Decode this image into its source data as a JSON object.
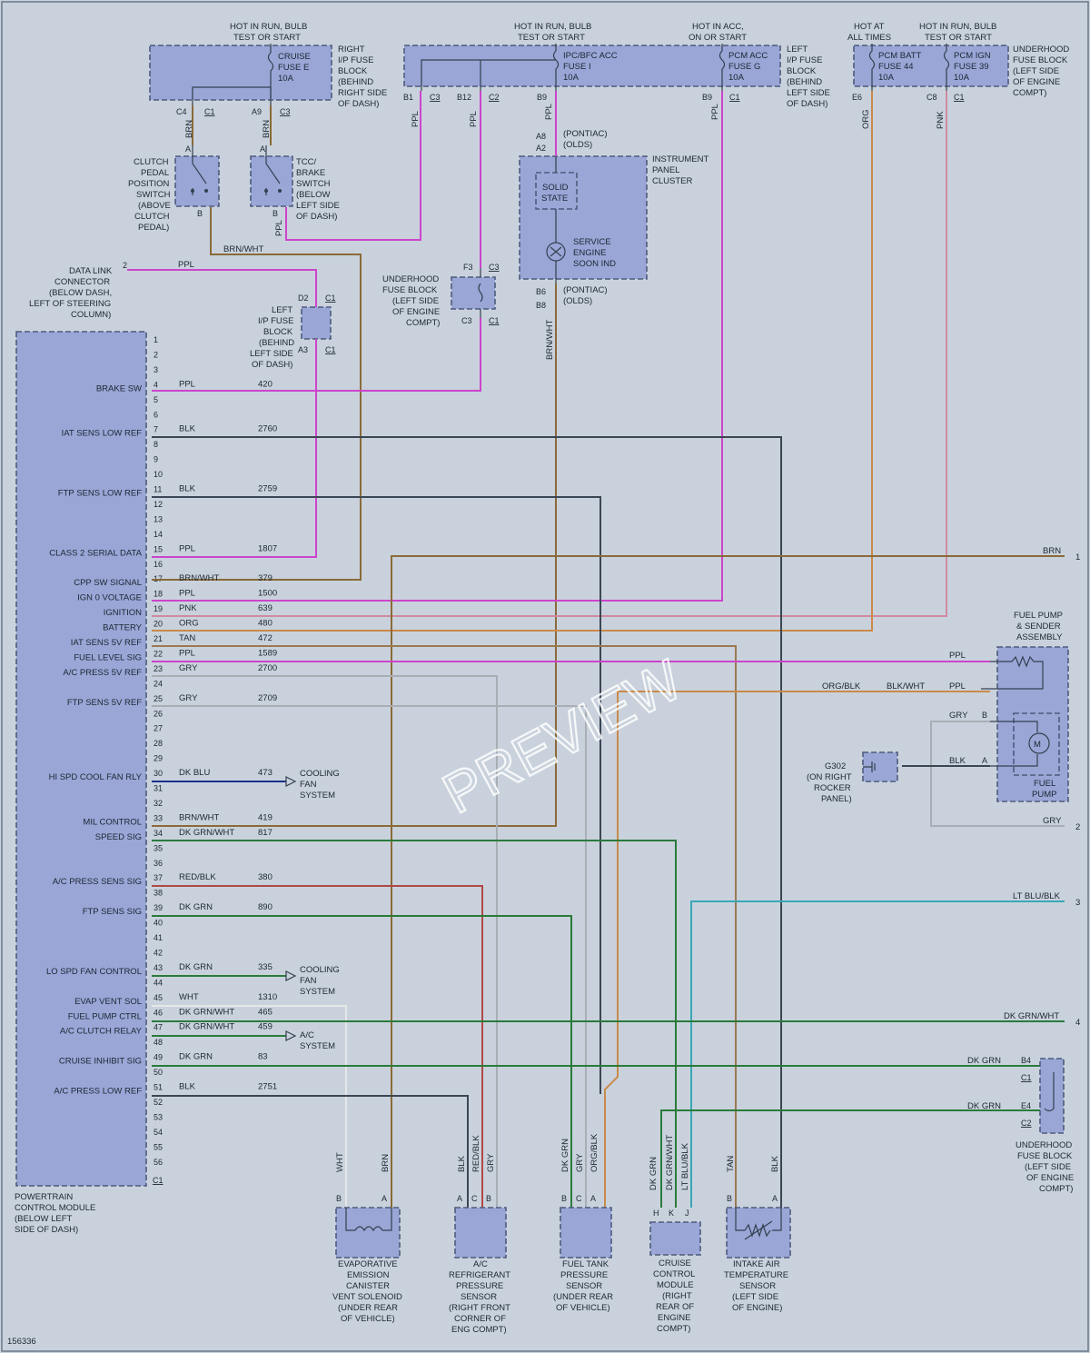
{
  "diagram_id": "156336",
  "watermark": "PREVIEW",
  "colors": {
    "background": "#c9d2dc",
    "module_fill": "#9aa6d6",
    "PPL": "#cc44cc",
    "BRN": "#8a6a38",
    "BLK": "#3b4654",
    "GRY": "#a8aeb4",
    "PNK": "#d08aa0",
    "ORG": "#c98a4a",
    "TAN": "#9a7a50",
    "DK_BLU": "#1b2f8a",
    "DK_GRN": "#2a7a3a",
    "RED_BLK": "#b04848",
    "LT_BLU_BLK": "#3aa7b8",
    "WHT": "#e6e6e6"
  },
  "labels": {
    "top": {
      "cruise_hot": [
        "HOT IN RUN, BULB",
        "TEST OR START"
      ],
      "ipc_hot": [
        "HOT IN RUN, BULB",
        "TEST OR START"
      ],
      "pcm_acc_hot": [
        "HOT IN ACC,",
        "ON OR START"
      ],
      "batt_hot": [
        "HOT AT",
        "ALL TIMES"
      ],
      "pcm_ign_hot": [
        "HOT IN RUN, BULB",
        "TEST OR START"
      ]
    },
    "right_ip_fuse_block": [
      "RIGHT",
      "I/P FUSE",
      "BLOCK",
      "(BEHIND",
      "RIGHT SIDE",
      "OF DASH)"
    ],
    "cruise_fuse": [
      "CRUISE",
      "FUSE E",
      "10A"
    ],
    "left_ip_fuse_block": [
      "LEFT",
      "I/P FUSE",
      "BLOCK",
      "(BEHIND",
      "LEFT SIDE",
      "OF DASH)"
    ],
    "ipc_fuse": [
      "IPC/BFC ACC",
      "FUSE I",
      "10A"
    ],
    "pcm_acc_fuse": [
      "PCM ACC",
      "FUSE G",
      "10A"
    ],
    "pcm_batt_fuse": [
      "PCM BATT",
      "FUSE 44",
      "10A"
    ],
    "pcm_ign_fuse": [
      "PCM IGN",
      "FUSE 39",
      "10A"
    ],
    "underhood_fuse_block_top": [
      "UNDERHOOD",
      "FUSE BLOCK",
      "(LEFT SIDE",
      "OF ENGINE",
      "COMPT)"
    ],
    "clutch_switch": [
      "CLUTCH",
      "PEDAL",
      "POSITION",
      "SWITCH",
      "(ABOVE",
      "CLUTCH",
      "PEDAL)"
    ],
    "tcc_switch": [
      "TCC/",
      "BRAKE",
      "SWITCH",
      "(BELOW",
      "LEFT SIDE",
      "OF DASH)"
    ],
    "instrument_cluster": [
      "INSTRUMENT",
      "PANEL",
      "CLUSTER"
    ],
    "solid_state": [
      "SOLID",
      "STATE"
    ],
    "ses_ind": [
      "SERVICE",
      "ENGINE",
      "SOON IND"
    ],
    "pontiac_olds_top": [
      "(PONTIAC)",
      "(OLDS)"
    ],
    "pontiac_olds_bot": [
      "(PONTIAC)",
      "(OLDS)"
    ],
    "dlc": [
      "DATA LINK",
      "CONNECTOR",
      "(BELOW DASH,",
      "LEFT OF STEERING",
      "COLUMN)"
    ],
    "left_ip_fuse_block2": [
      "LEFT",
      "I/P FUSE",
      "BLOCK",
      "(BEHIND",
      "LEFT SIDE",
      "OF DASH)"
    ],
    "underhood_fuse_block_mid": [
      "UNDERHOOD",
      "FUSE BLOCK",
      "(LEFT SIDE",
      "OF ENGINE",
      "COMPT)"
    ],
    "pcm": [
      "POWERTRAIN",
      "CONTROL MODULE",
      "(BELOW LEFT",
      "SIDE OF DASH)"
    ],
    "fuel_pump_assembly": [
      "FUEL PUMP",
      "& SENDER",
      "ASSEMBLY"
    ],
    "fuel_pump": [
      "FUEL",
      "PUMP"
    ],
    "motor": "M",
    "g302": [
      "G302",
      "(ON RIGHT",
      "ROCKER",
      "PANEL)"
    ],
    "underhood_fuse_block_bot": [
      "UNDERHOOD",
      "FUSE BLOCK",
      "(LEFT SIDE",
      "OF ENGINE",
      "COMPT)"
    ],
    "cooling_fan_1": [
      "COOLING",
      "FAN",
      "SYSTEM"
    ],
    "cooling_fan_2": [
      "COOLING",
      "FAN",
      "SYSTEM"
    ],
    "ac_system": [
      "A/C",
      "SYSTEM"
    ],
    "evap": [
      "EVAPORATIVE",
      "EMISSION",
      "CANISTER",
      "VENT SOLENOID",
      "(UNDER REAR",
      "OF VEHICLE)"
    ],
    "ac_sensor": [
      "A/C",
      "REFRIGERANT",
      "PRESSURE",
      "SENSOR",
      "(RIGHT FRONT",
      "CORNER OF",
      "ENG COMPT)"
    ],
    "ftp_sensor": [
      "FUEL TANK",
      "PRESSURE",
      "SENSOR",
      "(UNDER REAR",
      "OF VEHICLE)"
    ],
    "cruise_module": [
      "CRUISE",
      "CONTROL",
      "MODULE",
      "(RIGHT",
      "REAR OF",
      "ENGINE",
      "COMPT)"
    ],
    "iat_sensor": [
      "INTAKE AIR",
      "TEMPERATURE",
      "SENSOR",
      "(LEFT SIDE",
      "OF ENGINE)"
    ],
    "pcm_c1": "C1"
  },
  "pcm_pins": [
    "1",
    "2",
    "3",
    "4",
    "5",
    "6",
    "7",
    "8",
    "9",
    "10",
    "11",
    "12",
    "13",
    "14",
    "15",
    "16",
    "17",
    "18",
    "19",
    "20",
    "21",
    "22",
    "23",
    "24",
    "25",
    "26",
    "27",
    "28",
    "29",
    "30",
    "31",
    "32",
    "33",
    "34",
    "35",
    "36",
    "37",
    "38",
    "39",
    "40",
    "41",
    "42",
    "43",
    "44",
    "45",
    "46",
    "47",
    "48",
    "49",
    "50",
    "51",
    "52",
    "53",
    "54",
    "55",
    "56"
  ],
  "pcm_signals": [
    {
      "pin": 4,
      "name": "BRAKE SW",
      "color": "PPL",
      "circuit": "420"
    },
    {
      "pin": 7,
      "name": "IAT SENS LOW REF",
      "color": "BLK",
      "circuit": "2760"
    },
    {
      "pin": 11,
      "name": "FTP SENS LOW REF",
      "color": "BLK",
      "circuit": "2759"
    },
    {
      "pin": 15,
      "name": "CLASS 2 SERIAL DATA",
      "color": "PPL",
      "circuit": "1807"
    },
    {
      "pin": 17,
      "name": "CPP SW SIGNAL",
      "color": "BRN/WHT",
      "circuit": "379"
    },
    {
      "pin": 18,
      "name": "IGN 0 VOLTAGE",
      "color": "PPL",
      "circuit": "1500"
    },
    {
      "pin": 19,
      "name": "IGNITION",
      "color": "PNK",
      "circuit": "639"
    },
    {
      "pin": 20,
      "name": "BATTERY",
      "color": "ORG",
      "circuit": "480"
    },
    {
      "pin": 21,
      "name": "IAT SENS 5V REF",
      "color": "TAN",
      "circuit": "472"
    },
    {
      "pin": 22,
      "name": "FUEL LEVEL SIG",
      "color": "PPL",
      "circuit": "1589"
    },
    {
      "pin": 23,
      "name": "A/C PRESS 5V REF",
      "color": "GRY",
      "circuit": "2700"
    },
    {
      "pin": 25,
      "name": "FTP SENS 5V REF",
      "color": "GRY",
      "circuit": "2709"
    },
    {
      "pin": 30,
      "name": "HI SPD COOL FAN RLY",
      "color": "DK BLU",
      "circuit": "473"
    },
    {
      "pin": 33,
      "name": "MIL CONTROL",
      "color": "BRN/WHT",
      "circuit": "419"
    },
    {
      "pin": 34,
      "name": "SPEED SIG",
      "color": "DK GRN/WHT",
      "circuit": "817"
    },
    {
      "pin": 37,
      "name": "A/C PRESS SENS SIG",
      "color": "RED/BLK",
      "circuit": "380"
    },
    {
      "pin": 39,
      "name": "FTP SENS SIG",
      "color": "DK GRN",
      "circuit": "890"
    },
    {
      "pin": 43,
      "name": "LO SPD FAN CONTROL",
      "color": "DK GRN",
      "circuit": "335"
    },
    {
      "pin": 45,
      "name": "EVAP VENT SOL",
      "color": "WHT",
      "circuit": "1310"
    },
    {
      "pin": 46,
      "name": "FUEL PUMP CTRL",
      "color": "DK GRN/WHT",
      "circuit": "465"
    },
    {
      "pin": 47,
      "name": "A/C CLUTCH RELAY",
      "color": "DK GRN/WHT",
      "circuit": "459"
    },
    {
      "pin": 49,
      "name": "CRUISE INHIBIT SIG",
      "color": "DK GRN",
      "circuit": "83"
    },
    {
      "pin": 51,
      "name": "A/C PRESS LOW REF",
      "color": "BLK",
      "circuit": "2751"
    }
  ],
  "connectors": {
    "c4": "C4",
    "c1_a": "C1",
    "a9": "A9",
    "c3_a": "C3",
    "b1": "B1",
    "c3_b": "C3",
    "b12": "B12",
    "c2_a": "C2",
    "b9_a": "B9",
    "b9_b": "B9",
    "c1_b": "C1",
    "e6": "E6",
    "c8": "C8",
    "c1_c": "C1",
    "a8": "A8",
    "a2": "A2",
    "b6": "B6",
    "b8": "B8",
    "f3": "F3",
    "c3_c": "C3",
    "c3_d": "C3",
    "c1_d": "C1",
    "d2": "D2",
    "c1_e": "C1",
    "a3": "A3",
    "c1_f": "C1",
    "dlc_pin": "2",
    "b4": "B4",
    "c1_g": "C1",
    "e4": "E4",
    "c2_b": "C2",
    "pin_a": "A",
    "pin_b": "B"
  },
  "wire_labels": {
    "brn_c4": "BRN",
    "brn_a9": "BRN",
    "ppl_b1": "PPL",
    "ppl_b12": "PPL",
    "ppl_b9": "PPL",
    "ppl_b9b": "PPL",
    "org_e6": "ORG",
    "pnk_c8": "PNK",
    "ppl_tcc": "PPL",
    "brn_wht_clutch": "BRN/WHT",
    "ppl_dlc": "PPL",
    "brn_wht_cluster": "BRN/WHT",
    "brn_right": "BRN",
    "gry_right": "GRY",
    "ltblu_right": "LT BLU/BLK",
    "dkgrnwht_right": "DK GRN/WHT",
    "ppl_fuel1": "PPL",
    "org_blk_fuel": "ORG/BLK",
    "blk_wht_fuel": "BLK/WHT",
    "ppl_fuel2": "PPL",
    "gry_fuel": "GRY",
    "blk_fuel": "BLK",
    "dkgrn_b4": "DK GRN",
    "dkgrn_e4": "DK GRN",
    "wht_evap": "WHT",
    "brn_evap": "BRN",
    "blk_ac": "BLK",
    "redblk_ac": "RED/BLK",
    "gry_ac": "GRY",
    "dkgrn_ftp": "DK GRN",
    "gry_ftp": "GRY",
    "orgblk_ftp": "ORG/BLK",
    "dkgrn_cruise": "DK GRN",
    "dkgrnwht_cruise": "DK GRN/WHT",
    "ltblu_cruise": "LT BLU/BLK",
    "tan_iat": "TAN",
    "blk_iat": "BLK"
  },
  "pins": {
    "evap_b": "B",
    "evap_a": "A",
    "ac_a": "A",
    "ac_c": "C",
    "ac_b": "B",
    "ftp_b": "B",
    "ftp_c": "C",
    "ftp_a": "A",
    "cruise_h": "H",
    "cruise_k": "K",
    "cruise_j": "J",
    "iat_b": "B",
    "iat_a": "A"
  },
  "continuation_refs": [
    "1",
    "2",
    "3",
    "4"
  ]
}
